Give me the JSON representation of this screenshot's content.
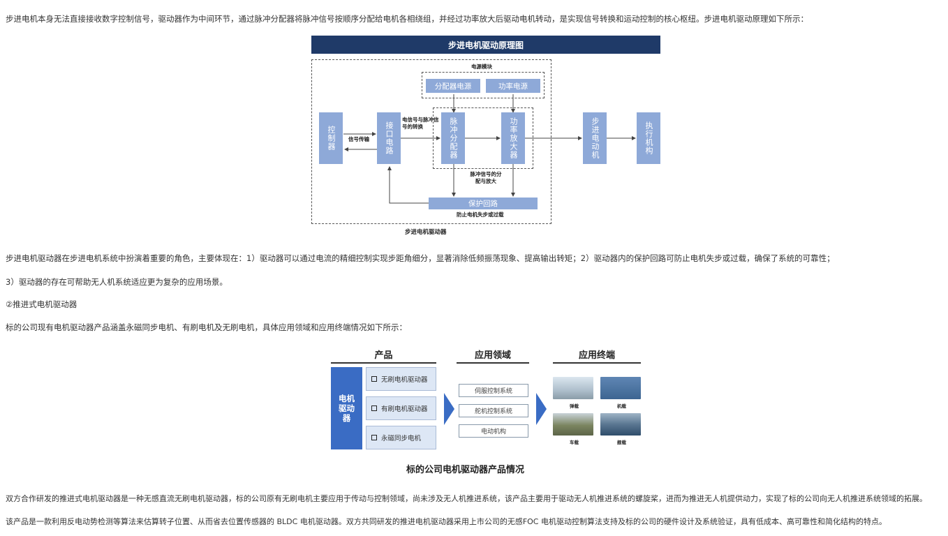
{
  "paragraphs": {
    "p1": "步进电机本身无法直接接收数字控制信号，驱动器作为中间环节，通过脉冲分配器将脉冲信号按顺序分配给电机各相绕组，并经过功率放大后驱动电机转动，是实现信号转换和运动控制的核心枢纽。步进电机驱动原理如下所示：",
    "p2": "步进电机驱动器在步进电机系统中扮演着重要的角色，主要体现在：1）驱动器可以通过电流的精细控制实现步距角细分，显著消除低频振荡现象、提高输出转矩；2）驱动器内的保护回路可防止电机失步或过载，确保了系统的可靠性；",
    "p3": "3）驱动器的存在可帮助无人机系统适应更为复杂的应用场景。",
    "p4": "②推进式电机驱动器",
    "p5": "标的公司现有电机驱动器产品涵盖永磁同步电机、有刷电机及无刷电机，具体应用领域和应用终端情况如下所示：",
    "p6": "双方合作研发的推进式电机驱动器是一种无感直流无刷电机驱动器，标的公司原有无刷电机主要应用于传动与控制领域，尚未涉及无人机推进系统，该产品主要用于驱动无人机推进系统的螺旋桨，进而为推进无人机提供动力，实现了标的公司向无人机推进系统领域的拓展。",
    "p7": "该产品是一款利用反电动势检测等算法来估算转子位置、从而省去位置传感器的 BLDC 电机驱动器。双方共同研发的推进电机驱动器采用上市公司的无感FOC 电机驱动控制算法支持及标的公司的硬件设计及系统验证，具有低成本、高可靠性和简化结构的特点。"
  },
  "figure1": {
    "title": "步进电机驱动原理图",
    "power_module_label": "电源模块",
    "dist_power": "分配器电源",
    "amp_power": "功率电源",
    "controller": "控制器",
    "interface": "接口电路",
    "distributor": "脉冲分配器",
    "amplifier": "功率放大器",
    "motor": "步进电动机",
    "actuator": "执行机构",
    "protection": "保护回路",
    "signal_transfer": "信号传输",
    "conversion_label": "电信号与脉冲信号的转换",
    "dist_amp_label": "脉冲信号的分配与放大",
    "protect_label": "防止电机失步或过载",
    "driver_label": "步进电机驱动器",
    "block_color": "#8ea9d8",
    "title_color": "#1f3a68"
  },
  "figure2": {
    "header_product": "产品",
    "header_field": "应用领域",
    "header_terminal": "应用终端",
    "motor_driver": "电机驱动器",
    "products": [
      "无刷电机驱动器",
      "有刷电机驱动器",
      "永磁同步电机"
    ],
    "fields": [
      "伺服控制系统",
      "舵机控制系统",
      "电动机构"
    ],
    "terminals": [
      "弹载",
      "机载",
      "车载",
      "舰载"
    ],
    "title": "标的公司电机驱动器产品情况",
    "accent_color": "#3a6cc4"
  }
}
